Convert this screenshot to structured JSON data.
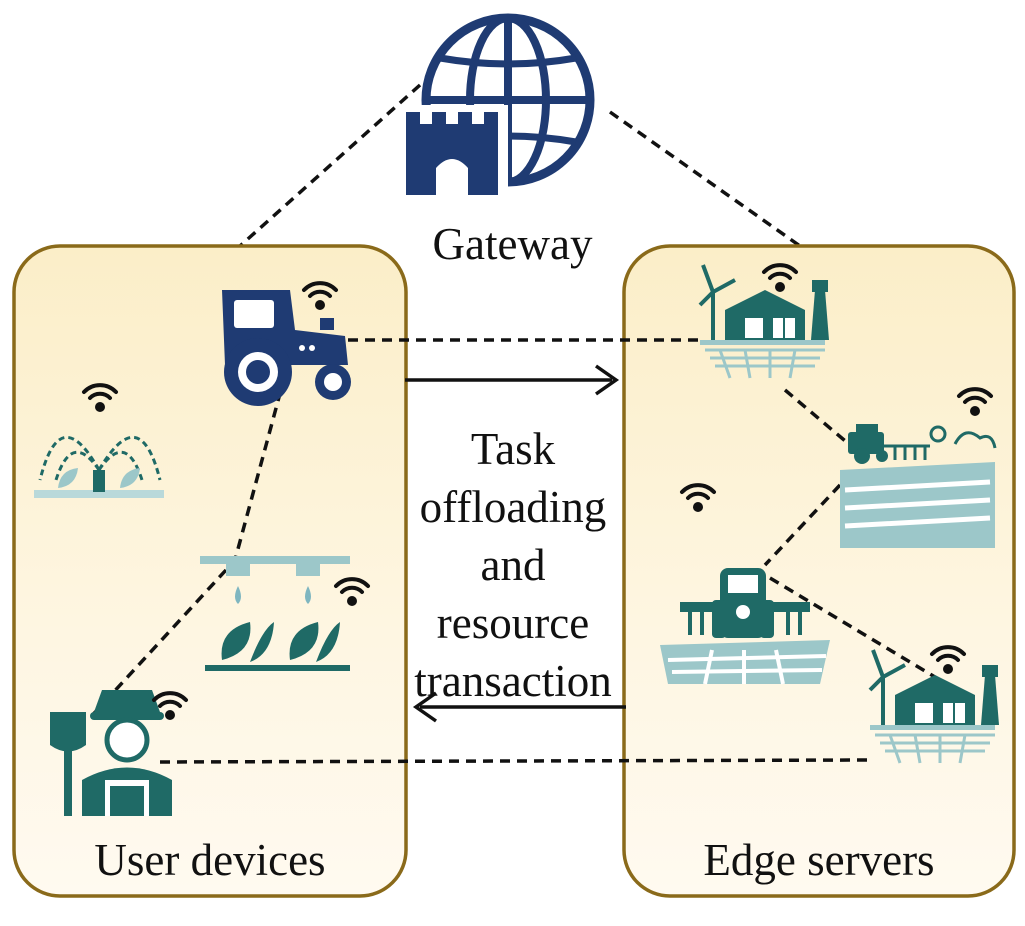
{
  "gateway": {
    "label": "Gateway",
    "icon": "globe-castle-icon"
  },
  "user_devices": {
    "label": "User devices",
    "devices": [
      "tractor-icon",
      "sprinkler-icon",
      "drip-irrigation-icon",
      "farmer-icon"
    ]
  },
  "edge_servers": {
    "label": "Edge servers",
    "servers": [
      "farm-station-icon",
      "field-tractor-icon",
      "harvester-icon",
      "farm-station-icon"
    ]
  },
  "center": {
    "lines": [
      "Task",
      "offloading",
      "and",
      "resource",
      "transaction"
    ],
    "arrow_top": "right",
    "arrow_bottom": "left"
  },
  "colors": {
    "navy": "#1f3b73",
    "teal": "#1f6a66",
    "light_teal": "#9cc7c9",
    "panel_border": "#8a6a1a",
    "panel_fill_top": "#fdf4dc",
    "panel_fill_bottom": "#fffaf0"
  }
}
